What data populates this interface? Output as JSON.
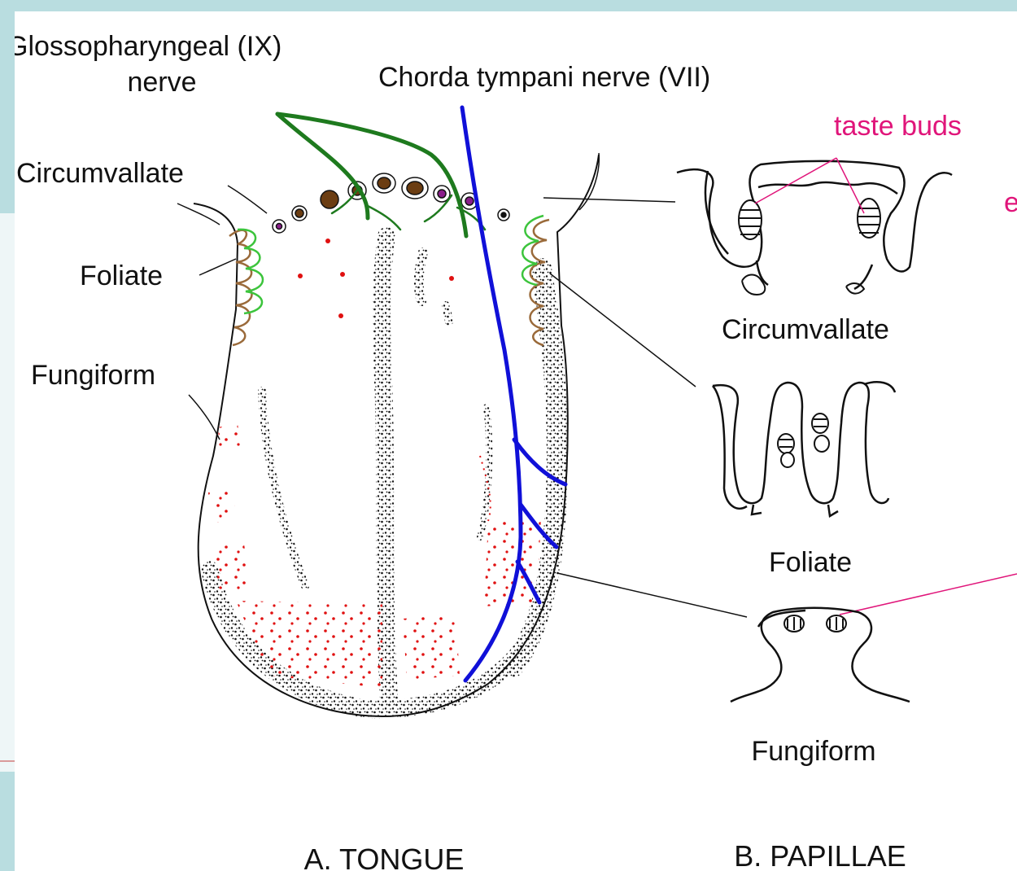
{
  "labels": {
    "glossopharyngeal_line1": "Glossopharyngeal (IX)",
    "glossopharyngeal_line2": "nerve",
    "chorda_tympani": "Chorda tympani nerve (VII)",
    "taste_buds": "taste buds",
    "taste_buds_cut": "e",
    "circumvallate": "Circumvallate",
    "foliate": "Foliate",
    "fungiform": "Fungiform",
    "papilla_circumvallate": "Circumvallate",
    "papilla_foliate": "Foliate",
    "papilla_fungiform": "Fungiform",
    "caption_a": "A.  TONGUE",
    "caption_b": "B. PAPILLAE"
  },
  "colors": {
    "glossopharyngeal_nerve": "#1e7a1e",
    "chorda_tympani_nerve": "#1010d8",
    "fungiform_dots": "#e01010",
    "taste_bud_label": "#e0157a",
    "foliate_folds": "#9a6a3a",
    "foliate_folds_alt": "#3cc43c",
    "circumvallate_papillae": "#6b3d12",
    "circumvallate_papillae_alt": "#8a1f8a",
    "stipple": "#111111",
    "slide_frame": "#b9dde0"
  },
  "icons": {
    "tongue": "tongue-outline-illustration",
    "papillae": "papilla-cross-section-illustration"
  }
}
